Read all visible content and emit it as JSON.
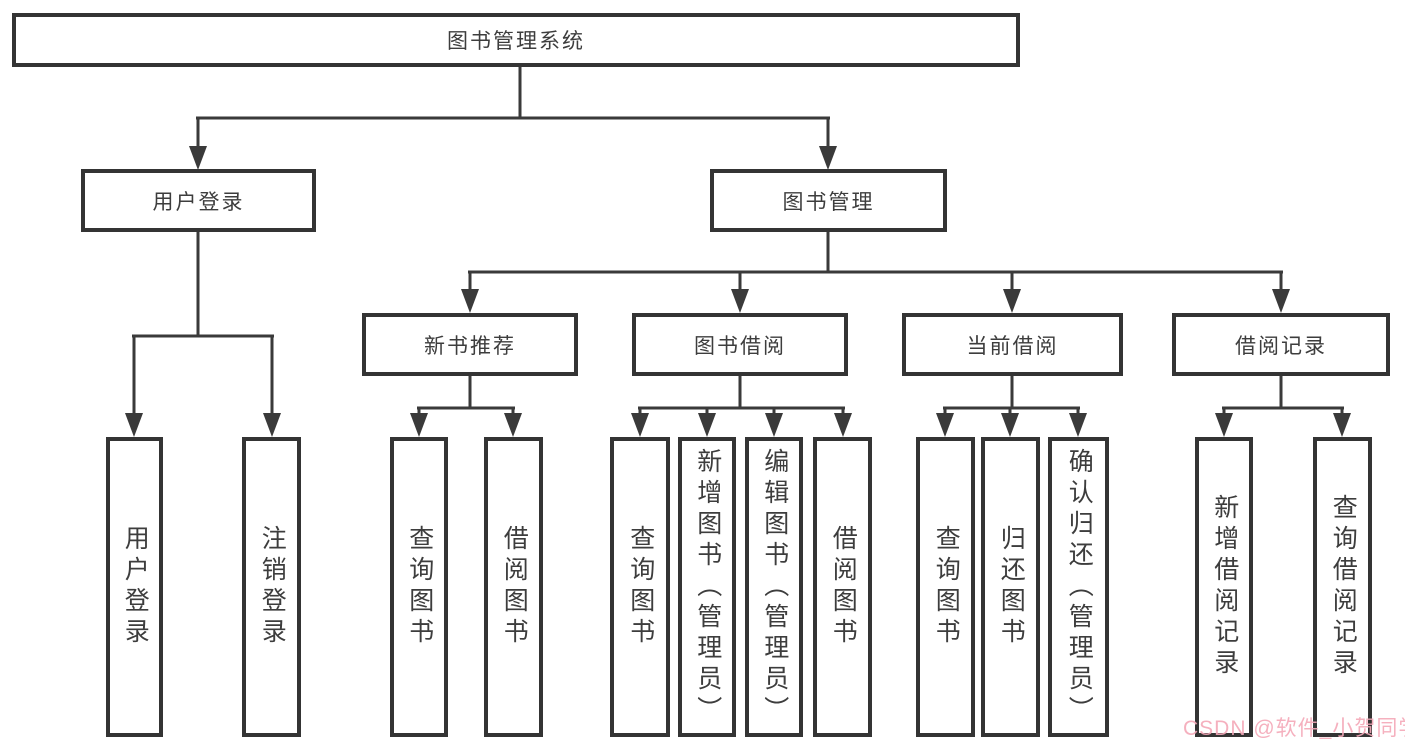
{
  "diagram_type": "hierarchy-chart",
  "tree": {
    "label": "图书管理系统",
    "children": [
      {
        "label": "用户登录",
        "children": [
          {
            "label": "用户登录"
          },
          {
            "label": "注销登录"
          }
        ]
      },
      {
        "label": "图书管理",
        "children": [
          {
            "label": "新书推荐",
            "children": [
              {
                "label": "查询图书"
              },
              {
                "label": "借阅图书"
              }
            ]
          },
          {
            "label": "图书借阅",
            "children": [
              {
                "label": "查询图书"
              },
              {
                "label": "新增图书（管理员）"
              },
              {
                "label": "编辑图书（管理员）"
              },
              {
                "label": "借阅图书"
              }
            ]
          },
          {
            "label": "当前借阅",
            "children": [
              {
                "label": "查询图书"
              },
              {
                "label": "归还图书"
              },
              {
                "label": "确认归还（管理员）"
              }
            ]
          },
          {
            "label": "借阅记录",
            "children": [
              {
                "label": "新增借阅记录"
              },
              {
                "label": "查询借阅记录"
              }
            ]
          }
        ]
      }
    ]
  },
  "watermark": "CSDN @软件_小贺同学",
  "colors": {
    "background": "#ffffff",
    "box_border": "#343434",
    "connector_line": "#3a3a3a",
    "text": "#3d3d3d",
    "watermark": "#f4a8b8"
  }
}
